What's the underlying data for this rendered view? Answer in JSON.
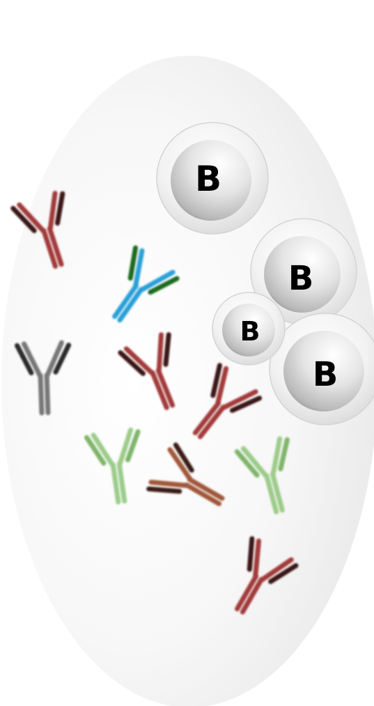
{
  "b_cells": [
    {
      "label": "B"
    },
    {
      "label": "B"
    },
    {
      "label": "B"
    },
    {
      "label": "B"
    }
  ],
  "antibodies": [
    {
      "name": "antibody-red-1",
      "color": "#a33a3a",
      "accent": "#3b1212"
    },
    {
      "name": "antibody-blue-green",
      "color": "#2aa0d8",
      "accent": "#1f6b1f"
    },
    {
      "name": "antibody-gray",
      "color": "#777777",
      "accent": "#2a2a2a"
    },
    {
      "name": "antibody-red-2",
      "color": "#a33a3a",
      "accent": "#3b1212"
    },
    {
      "name": "antibody-red-3",
      "color": "#a33a3a",
      "accent": "#3b1212"
    },
    {
      "name": "antibody-light-green-1",
      "color": "#9ccc8a",
      "accent": "#7fb56a"
    },
    {
      "name": "antibody-brown",
      "color": "#a0583a",
      "accent": "#3a1f12"
    },
    {
      "name": "antibody-light-green-2",
      "color": "#9ccc8a",
      "accent": "#7fb56a"
    },
    {
      "name": "antibody-red-4",
      "color": "#a33a3a",
      "accent": "#3b1212"
    }
  ],
  "colors": {
    "background_oval": "#efefef",
    "cell_outer": "#e2e2e2",
    "cell_inner": "#8a8a8a"
  }
}
